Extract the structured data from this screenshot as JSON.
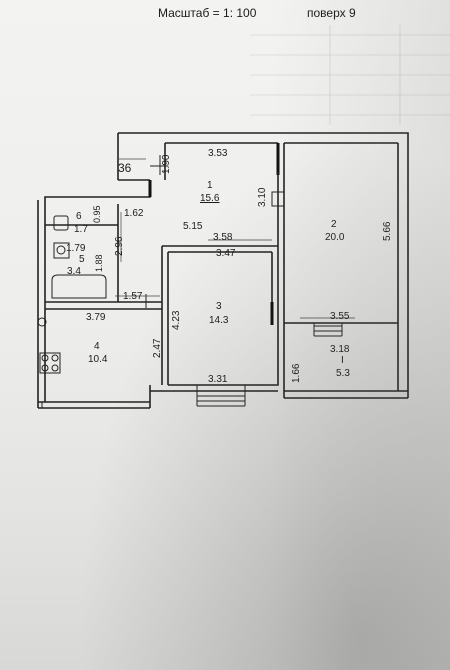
{
  "header": {
    "scale": "Масштаб = 1: 100",
    "floor": "поверх 9"
  },
  "plan": {
    "corner_number": "36",
    "dimensions": {
      "d_353": "3.53",
      "d_190": "1.90",
      "d_310": "3.10",
      "d_566": "5.66",
      "d_162": "1.62",
      "d_095": "0.95",
      "d_296": "2.96",
      "d_515": "5.15",
      "d_358": "3.58",
      "d_347": "3.47",
      "d_179": "1.79",
      "d_188": "1.88",
      "d_157": "1.57",
      "d_379": "3.79",
      "d_423": "4.23",
      "d_247": "2.47",
      "d_355": "3.55",
      "d_318": "3.18",
      "d_166": "1.66",
      "d_331": "3.31"
    },
    "rooms": [
      {
        "number": "1",
        "area": "15.6"
      },
      {
        "number": "2",
        "area": "20.0"
      },
      {
        "number": "3",
        "area": "14.3"
      },
      {
        "number": "4",
        "area": "10.4"
      },
      {
        "number": "5",
        "area": "3.4"
      },
      {
        "number": "6",
        "area": "1.7"
      },
      {
        "number": "I",
        "area": "5.3"
      }
    ]
  }
}
